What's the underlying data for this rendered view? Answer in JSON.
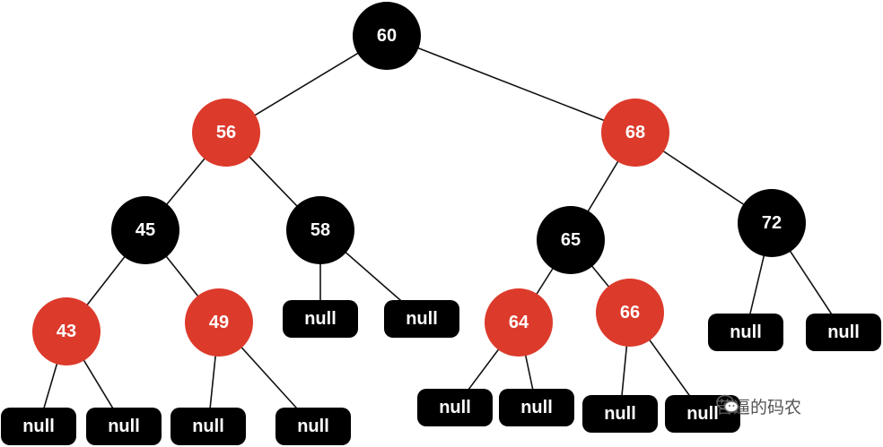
{
  "tree": {
    "colors": {
      "black": "#000000",
      "red": "#dc3a2b",
      "null_box": "#000000",
      "text": "#ffffff"
    },
    "nodes": [
      {
        "id": "n60",
        "label": "60",
        "color": "black",
        "parent": null
      },
      {
        "id": "n56",
        "label": "56",
        "color": "red",
        "parent": "n60"
      },
      {
        "id": "n68",
        "label": "68",
        "color": "red",
        "parent": "n60"
      },
      {
        "id": "n45",
        "label": "45",
        "color": "black",
        "parent": "n56"
      },
      {
        "id": "n58",
        "label": "58",
        "color": "black",
        "parent": "n56"
      },
      {
        "id": "n65",
        "label": "65",
        "color": "black",
        "parent": "n68"
      },
      {
        "id": "n72",
        "label": "72",
        "color": "black",
        "parent": "n68"
      },
      {
        "id": "n43",
        "label": "43",
        "color": "red",
        "parent": "n45"
      },
      {
        "id": "n49",
        "label": "49",
        "color": "red",
        "parent": "n45"
      },
      {
        "id": "n64",
        "label": "64",
        "color": "red",
        "parent": "n65"
      },
      {
        "id": "n66",
        "label": "66",
        "color": "red",
        "parent": "n65"
      }
    ],
    "null_leaves": [
      {
        "id": "z1",
        "label": "null",
        "parent": "n43"
      },
      {
        "id": "z2",
        "label": "null",
        "parent": "n43"
      },
      {
        "id": "z3",
        "label": "null",
        "parent": "n49"
      },
      {
        "id": "z4",
        "label": "null",
        "parent": "n49"
      },
      {
        "id": "z5",
        "label": "null",
        "parent": "n58"
      },
      {
        "id": "z6",
        "label": "null",
        "parent": "n58"
      },
      {
        "id": "z7",
        "label": "null",
        "parent": "n64"
      },
      {
        "id": "z8",
        "label": "null",
        "parent": "n64"
      },
      {
        "id": "z9",
        "label": "null",
        "parent": "n66"
      },
      {
        "id": "z10",
        "label": "null",
        "parent": "n66"
      },
      {
        "id": "z11",
        "label": "null",
        "parent": "n72"
      },
      {
        "id": "z12",
        "label": "null",
        "parent": "n72"
      }
    ]
  },
  "watermark": {
    "icon": "wechat-icon",
    "text": "苦逼的码农"
  }
}
